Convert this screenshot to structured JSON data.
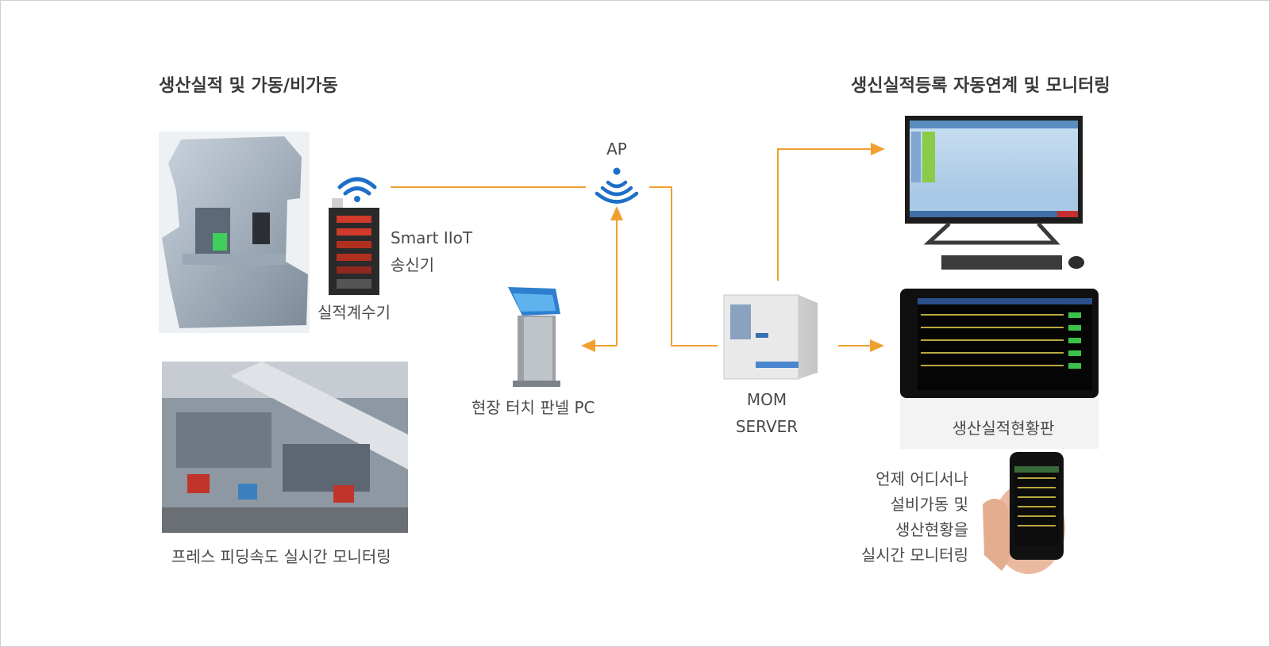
{
  "titles": {
    "left": "생산실적 및 가동/비가동",
    "right": "생신실적등록 자동연계 및 모니터링"
  },
  "labels": {
    "ap": "AP",
    "smart_iiot": [
      "Smart IIoT",
      "송신기"
    ],
    "counter": "실적계수기",
    "press": "프레스 피딩속도 실시간 모니터링",
    "touch_panel": "현장 터치 판넬 PC",
    "server": [
      "MOM",
      "SERVER"
    ],
    "board": "생산실적현황판",
    "mobile": [
      "언제 어디서나",
      "설비가동 및",
      "생산현황을",
      "실시간 모니터링"
    ]
  },
  "colors": {
    "connector": "#f0a030",
    "wifi": "#1e6fc8",
    "title_text": "#3a3a3a"
  },
  "icons": [
    "press-machine-image",
    "wifi-icon",
    "counter-device-image",
    "factory-photo",
    "kiosk-image",
    "ap-wifi-icon",
    "server-image",
    "monitor-image",
    "keyboard-image",
    "mouse-image",
    "tablet-board-image",
    "smartphone-image"
  ]
}
